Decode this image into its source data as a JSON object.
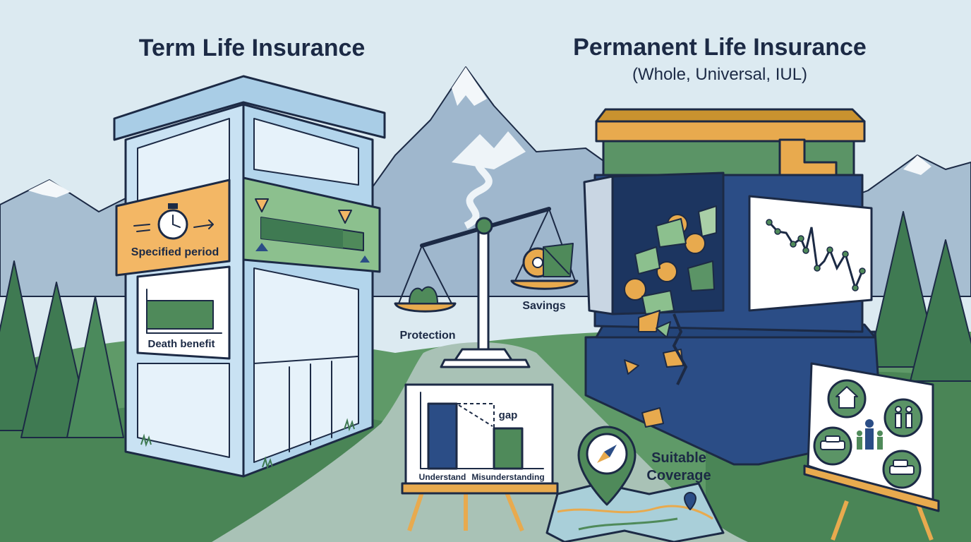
{
  "titles": {
    "left": "Term Life Insurance",
    "right": "Permanent Life Insurance",
    "right_subtitle": "(Whole, Universal, IUL)"
  },
  "term_building": {
    "period_banner": "Specified period",
    "benefit_panel": "Death benefit",
    "timeline_progress": 0.8
  },
  "scale": {
    "left_pan": "Protection",
    "right_pan": "Savings"
  },
  "gap_chart": {
    "gap_label": "gap",
    "bars": [
      {
        "label": "Understand",
        "value": 1.0,
        "color": "#2b4d86"
      },
      {
        "label": "Misunderstanding",
        "value": 0.62,
        "color": "#4f8a5a"
      }
    ]
  },
  "compass_label": [
    "Suitable",
    "Coverage"
  ],
  "colors": {
    "sky": "#dceaf1",
    "navy": "#1c2a45",
    "blue_building": "#bcd9ee",
    "vault_blue": "#2b4d86",
    "green": "#4f8a5a",
    "gold": "#e8aa4e"
  },
  "icons": [
    "stopwatch-icon",
    "coins-pile-icon",
    "gear-savings-icon",
    "compass-pin-icon",
    "map-icon",
    "house-icon",
    "family-icon",
    "car-icon",
    "suv-icon"
  ]
}
